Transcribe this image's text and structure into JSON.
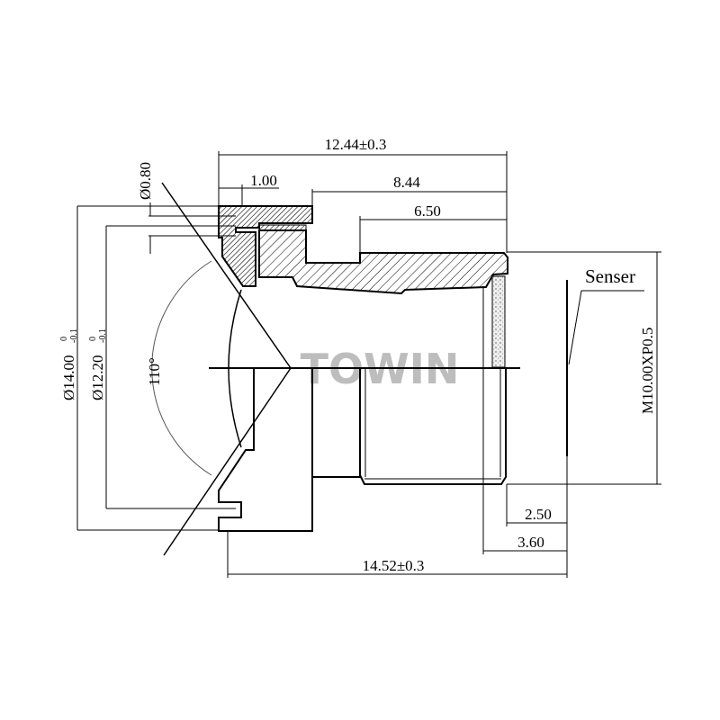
{
  "watermark": "TOWIN",
  "dimensions": {
    "overall_length_top": "12.44±0.3",
    "flange_thickness": "1.00",
    "barrel_length": "8.44",
    "thread_length_top": "6.50",
    "hole_diameter": "Ø0.80",
    "outer_diameter": "Ø14.00",
    "outer_diameter_tol_upper": "0",
    "outer_diameter_tol_lower": "-0.1",
    "inner_diameter": "Ø12.20",
    "inner_diameter_tol_upper": "0",
    "inner_diameter_tol_lower": "-0.1",
    "field_of_view": "110°",
    "thread_spec": "M10.00XP0.5",
    "back_focal_1": "2.50",
    "back_focal_2": "3.60",
    "overall_length_bottom": "14.52±0.3"
  },
  "labels": {
    "sensor": "Senser"
  },
  "colors": {
    "line": "#000000",
    "watermark": "#bdbdbd",
    "filter": "#dcdcdc"
  }
}
